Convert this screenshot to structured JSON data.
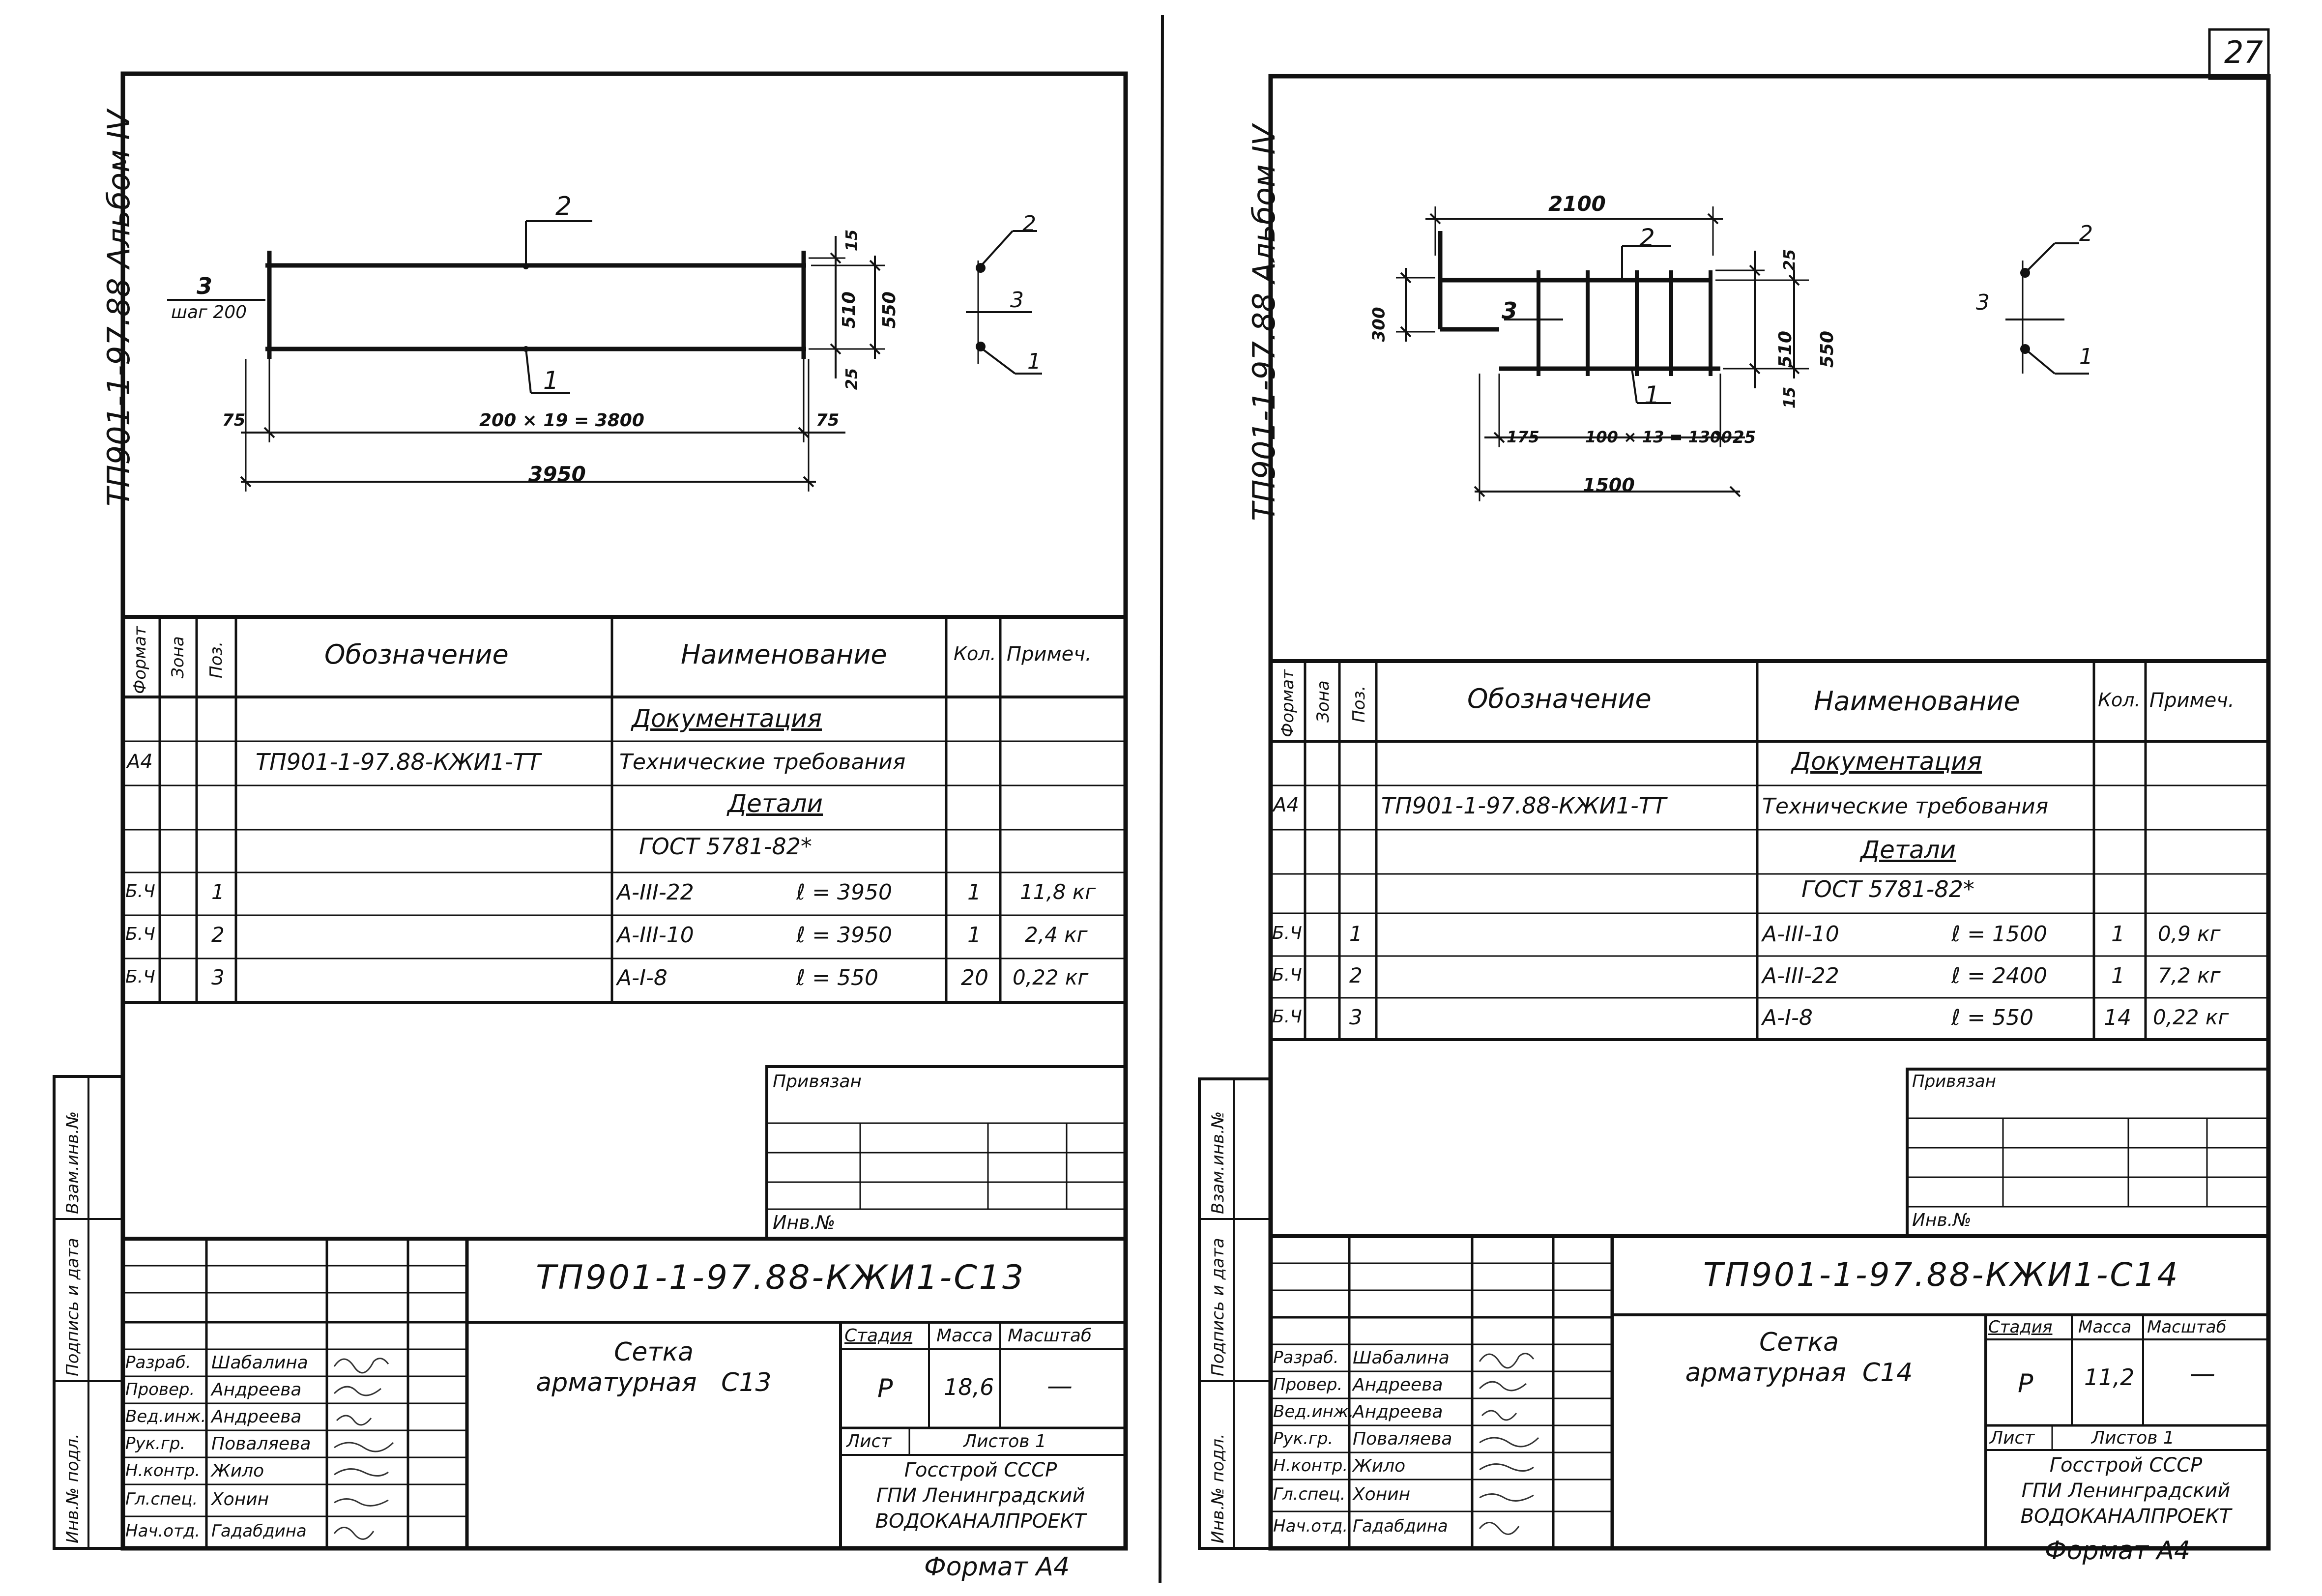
{
  "page_number": "27",
  "left": {
    "album": "ТП901-1-97.88 Альбом IV",
    "drawing": {
      "pos2": "2",
      "pos3": "3",
      "step": "шаг 200",
      "pos1": "1",
      "dim_15": "15",
      "dim_510": "510",
      "dim_550": "550",
      "dim_25": "25",
      "dim_75a": "75",
      "dim_75b": "75",
      "dim_chain": "200 × 19 = 3800",
      "dim_total": "3950",
      "sec_2": "2",
      "sec_3": "3",
      "sec_1": "1"
    },
    "spec": {
      "headers": [
        "Формат",
        "Зона",
        "Поз.",
        "Обозначение",
        "Наименование",
        "Кол.",
        "Примеч."
      ],
      "section_docs": "Документация",
      "doc_row": {
        "format": "А4",
        "designation": "ТП901-1-97.88-КЖИ1-ТТ",
        "name": "Технические требования"
      },
      "section_parts": "Детали",
      "gost": "ГОСТ 5781-82*",
      "rows": [
        {
          "format": "Б.Ч",
          "pos": "1",
          "name": "А-III-22",
          "length": "ℓ = 3950",
          "qty": "1",
          "note": "11,8 кг"
        },
        {
          "format": "Б.Ч",
          "pos": "2",
          "name": "А-III-10",
          "length": "ℓ = 3950",
          "qty": "1",
          "note": "2,4 кг"
        },
        {
          "format": "Б.Ч",
          "pos": "3",
          "name": "А-I-8",
          "length": "ℓ = 550",
          "qty": "20",
          "note": "0,22 кг"
        }
      ]
    },
    "privyazan": "Привязан",
    "inv_no": "Инв.№",
    "side_labels": [
      "Взам.инв.№",
      "Подпись и дата",
      "Инв.№ подл."
    ],
    "title_block": {
      "code": "ТП901-1-97.88-КЖИ1-С13",
      "title": "Сетка\nарматурная   С13",
      "stage_h": "Стадия",
      "mass_h": "Масса",
      "scale_h": "Масштаб",
      "stage": "Р",
      "mass": "18,6",
      "scale": "—",
      "sheet": "Лист",
      "sheets": "Листов  1",
      "org": "Госстрой СССР\nГПИ Ленинградский\nВОДОКАНАЛПРОЕКТ",
      "roles": [
        "Разраб.",
        "Провер.",
        "Вед.инж.",
        "Рук.гр.",
        "Н.контр.",
        "Гл.спец.",
        "Нач.отд."
      ],
      "names": [
        "Шабалина",
        "Андреева",
        "Андреева",
        "Поваляева",
        "Жило",
        "Хонин",
        "Гадабдина"
      ]
    },
    "format": "Формат А4"
  },
  "right": {
    "album": "ТП901-1-97.88 Альбом IV",
    "drawing": {
      "dim_2100": "2100",
      "pos2": "2",
      "dim_300": "300",
      "pos3": "3",
      "pos1": "1",
      "dim_25": "25",
      "dim_510": "510",
      "dim_550": "550",
      "dim_15": "15",
      "dim_175": "175",
      "dim_chain": "100 × 13 = 1300",
      "dim_25b": "25",
      "dim_total": "1500",
      "sec_2": "2",
      "sec_3": "3",
      "sec_1": "1"
    },
    "spec": {
      "headers": [
        "Формат",
        "Зона",
        "Поз.",
        "Обозначение",
        "Наименование",
        "Кол.",
        "Примеч."
      ],
      "section_docs": "Документация",
      "doc_row": {
        "format": "А4",
        "designation": "ТП901-1-97.88-КЖИ1-ТТ",
        "name": "Технические требования"
      },
      "section_parts": "Детали",
      "gost": "ГОСТ 5781-82*",
      "rows": [
        {
          "format": "Б.Ч",
          "pos": "1",
          "name": "А-III-10",
          "length": "ℓ = 1500",
          "qty": "1",
          "note": "0,9 кг"
        },
        {
          "format": "Б.Ч",
          "pos": "2",
          "name": "А-III-22",
          "length": "ℓ = 2400",
          "qty": "1",
          "note": "7,2 кг"
        },
        {
          "format": "Б.Ч",
          "pos": "3",
          "name": "А-I-8",
          "length": "ℓ = 550",
          "qty": "14",
          "note": "0,22 кг"
        }
      ]
    },
    "privyazan": "Привязан",
    "inv_no": "Инв.№",
    "side_labels": [
      "Взам.инв.№",
      "Подпись и дата",
      "Инв.№ подл."
    ],
    "title_block": {
      "code": "ТП901-1-97.88-КЖИ1-С14",
      "title": "Сетка\nарматурная  С14",
      "stage_h": "Стадия",
      "mass_h": "Масса",
      "scale_h": "Масштаб",
      "stage": "Р",
      "mass": "11,2",
      "scale": "—",
      "sheet": "Лист",
      "sheets": "Листов 1",
      "org": "Госстрой СССР\nГПИ Ленинградский\nВОДОКАНАЛПРОЕКТ",
      "roles": [
        "Разраб.",
        "Провер.",
        "Вед.инж.",
        "Рук.гр.",
        "Н.контр.",
        "Гл.спец.",
        "Нач.отд."
      ],
      "names": [
        "Шабалина",
        "Андреева",
        "Андреева",
        "Поваляева",
        "Жило",
        "Хонин",
        "Гадабдина"
      ]
    },
    "format": "Формат А4"
  }
}
